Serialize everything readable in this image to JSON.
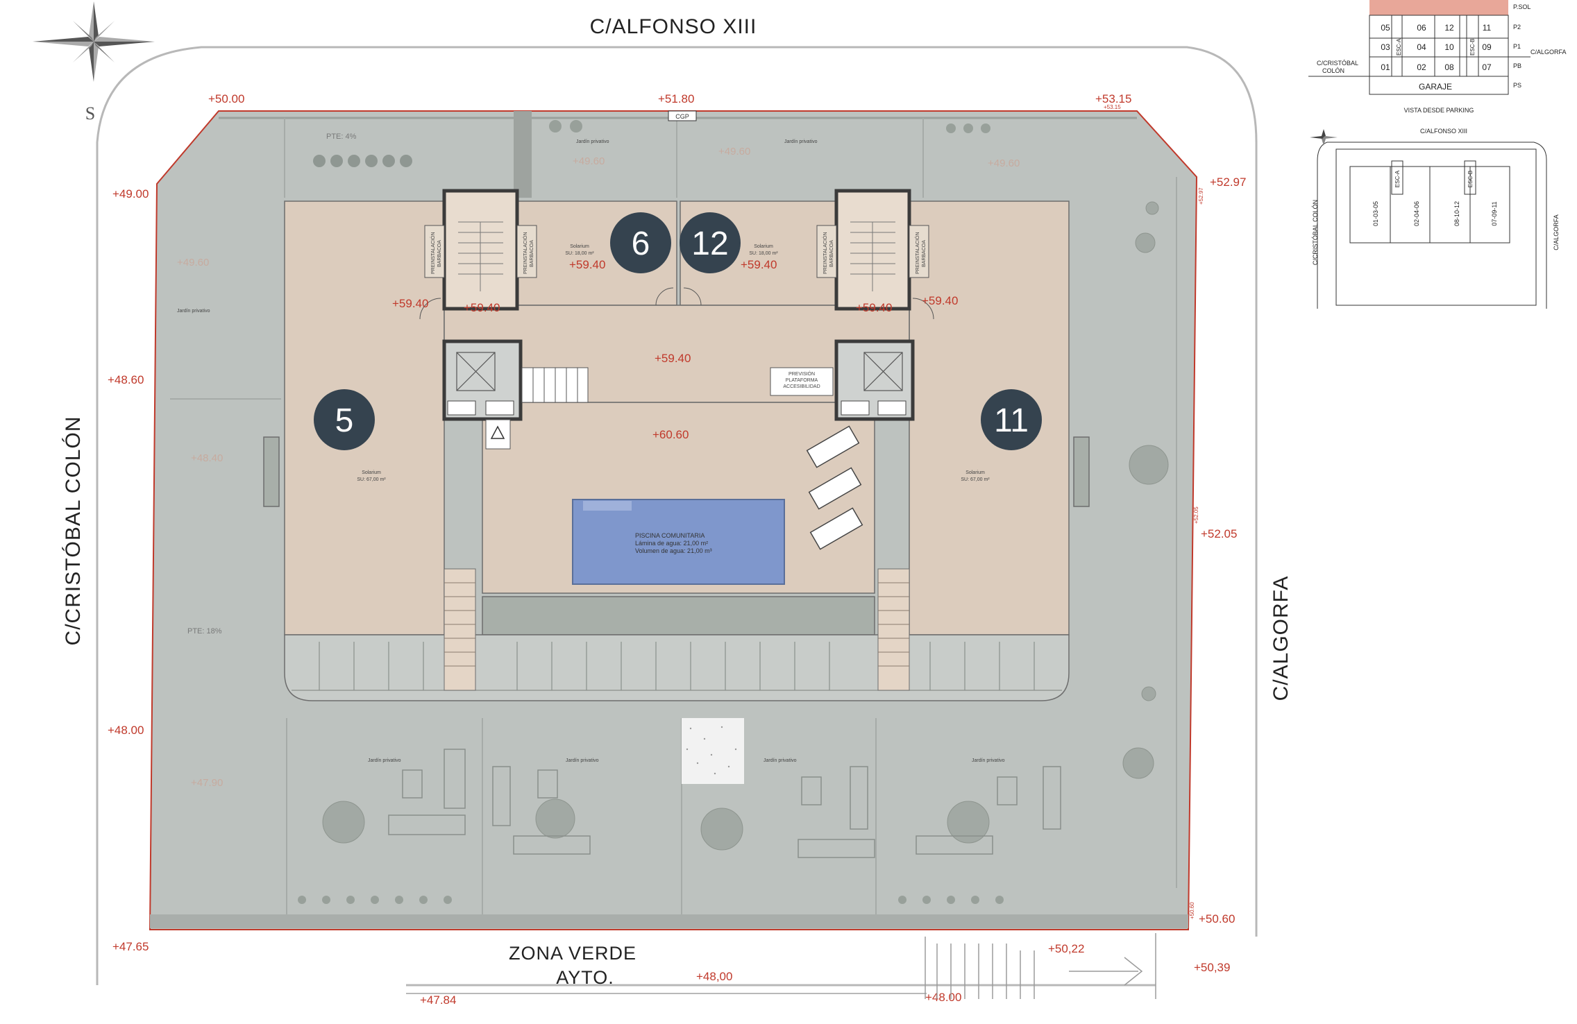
{
  "streets": {
    "north": "C/ALFONSO XIII",
    "west": "C/CRISTÓBAL COLÓN",
    "east": "C/ALGORFA",
    "south_line1": "ZONA VERDE",
    "south_line2": "AYTO."
  },
  "compass_letter": "S",
  "cgp_label": "CGP",
  "elevations": {
    "nw": "+50.00",
    "n": "+51.80",
    "ne": "+53.15",
    "ne_small": "+53.15",
    "w1": "+49.00",
    "w2": "+48.60",
    "w3": "+48.00",
    "sw": "+47.65",
    "e1": "+52.97",
    "e1_small": "+52.97",
    "e2": "+52.05",
    "e2_small": "+52.05",
    "se": "+50.60",
    "se_small": "+50.60",
    "s1": "+50,22",
    "s2": "+50,39",
    "s3": "+48,00",
    "s4": "+48.00",
    "s5": "+47.84",
    "terr_left": "+59.40",
    "terr_left_stair": "+59.40",
    "terr_right": "+59.40",
    "terr_right_stair": "+59.40",
    "solar_6": "+59.40",
    "solar_12": "+59.40",
    "corridor": "+59.40",
    "deck": "+60.60",
    "garden_nw": "+49.60",
    "garden_nc": "+49.60",
    "garden_ne": "+49.60",
    "garden_w": "+49.60",
    "garden_w2": "+48.40",
    "garden_sw": "+47.90"
  },
  "units": [
    {
      "number": "5",
      "label": "Solarium",
      "area": "SU: 67,00 m²"
    },
    {
      "number": "6",
      "label": "Solarium",
      "area": "SU: 18,00 m²"
    },
    {
      "number": "12",
      "label": "Solarium",
      "area": "SU: 18,00 m²"
    },
    {
      "number": "11",
      "label": "Solarium",
      "area": "SU: 67,00 m²"
    }
  ],
  "pool": {
    "title": "PISCINA COMUNITARIA",
    "line1": "Lámina de agua: 21,00 m²",
    "line2": "Volumen de agua: 21,00 m³"
  },
  "platform": {
    "line1": "PREVISIÓN",
    "line2": "PLATAFORMA",
    "line3": "ACCESIBILIDAD"
  },
  "prein": {
    "line1": "PREINSTALACIÓN",
    "line2": "BARBACOA"
  },
  "slopes": {
    "top": "PTE: 4%",
    "left": "PTE: 18%"
  },
  "garden_label": "Jardín privativo",
  "key_plan": {
    "rows": [
      {
        "level": "P.SOL",
        "cells": [
          "",
          "",
          "",
          ""
        ]
      },
      {
        "level": "P2",
        "cells": [
          "05",
          "06",
          "12",
          "11"
        ]
      },
      {
        "level": "P1",
        "cells": [
          "03",
          "04",
          "10",
          "09"
        ]
      },
      {
        "level": "PB",
        "cells": [
          "01",
          "02",
          "08",
          "07"
        ]
      },
      {
        "level": "PS",
        "cells": [
          "GARAJE"
        ]
      }
    ],
    "esc_a": "ESC-A",
    "esc_b": "ESC-B",
    "west_street_line1": "C/CRISTÓBAL",
    "west_street_line2": "COLÓN",
    "east_street": "C/ALGORFA",
    "caption": "VISTA DESDE PARKING"
  },
  "location_map": {
    "north": "C/ALFONSO XIII",
    "west": "C/CRISTÓBAL COLÓN",
    "east": "C/ALGORFA",
    "blocks": [
      "01-03-05",
      "02-04-06",
      "08-10-12",
      "07-09-11"
    ],
    "esc_a": "ESC-A",
    "esc_b": "ESC-B"
  },
  "colors": {
    "plot_fill": "#bdc2bf",
    "terrace_fill": "#dcccbd",
    "badge_fill": "#35434f",
    "pool_fill": "#7f97cc",
    "boundary_red": "#c0392b",
    "dark_wall": "#3b3b3b",
    "key_top": "#e8a799"
  }
}
